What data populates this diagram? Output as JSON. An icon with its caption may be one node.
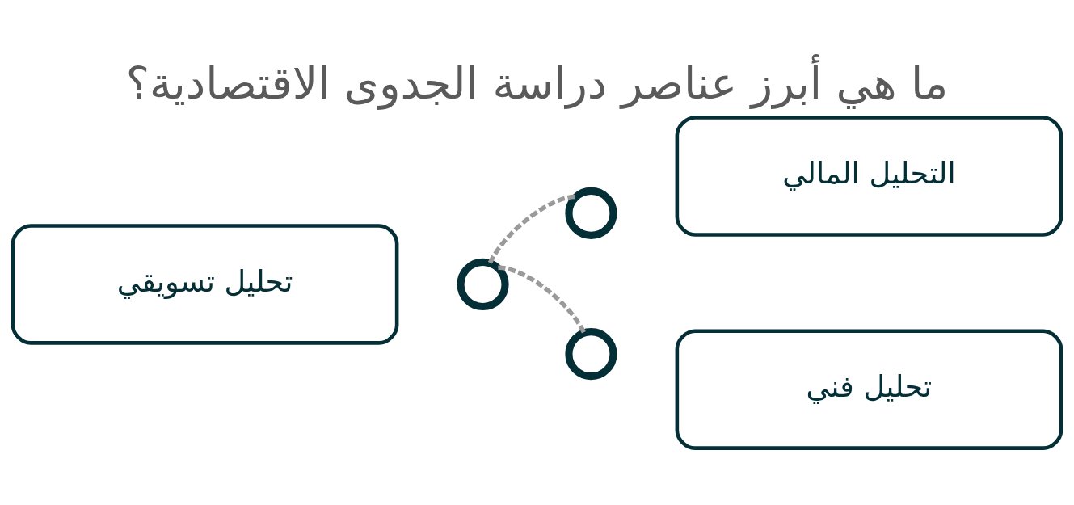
{
  "diagram": {
    "title": "ما هي أبرز عناصر دراسة الجدوى الاقتصادية؟",
    "nodes": [
      {
        "text": [
          "التحليل المالي"
        ]
      },
      {
        "text": [
          "تحليل تسويقي"
        ]
      },
      {
        "text": [
          "تحليل فني"
        ]
      },
      {
        "text": [],
        "shape": "circle"
      },
      {
        "text": [],
        "shape": "circle"
      },
      {
        "text": [],
        "shape": "circle"
      }
    ],
    "edges": [
      {
        "from": 4,
        "to": 3,
        "arrow": "none",
        "style": "dashed"
      },
      {
        "from": 4,
        "to": 5,
        "arrow": "none",
        "style": "dashed"
      }
    ]
  }
}
